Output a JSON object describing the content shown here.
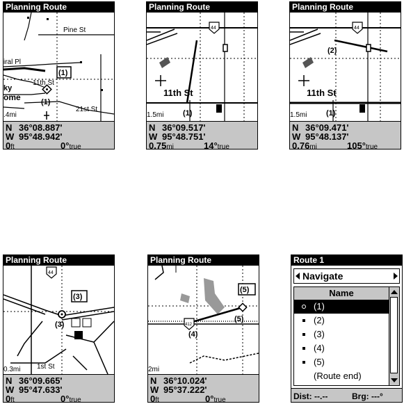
{
  "screens": [
    {
      "title": "Planning Route",
      "map_labels": {
        "street1": "Pine St",
        "street2": "iral Pl",
        "street3": "11th St",
        "street4": "21st St",
        "street5": "ome",
        "scale": ".4mi",
        "wp1": "(1)",
        "wp1b": "(1)",
        "edge": "ky"
      },
      "lat_label": "N",
      "lat": "36°08.887'",
      "lon_label": "W",
      "lon": "95°48.942'",
      "dist": "0",
      "dist_unit": "ft",
      "brg": "0°",
      "brg_unit": "true"
    },
    {
      "title": "Planning Route",
      "map_labels": {
        "street1": "11th St",
        "scale": "1.5mi",
        "wp1": "(1)",
        "shield": "44"
      },
      "lat_label": "N",
      "lat": "36°09.517'",
      "lon_label": "W",
      "lon": "95°48.751'",
      "dist": "0.75",
      "dist_unit": "mi",
      "brg": "14°",
      "brg_unit": "true"
    },
    {
      "title": "Planning Route",
      "map_labels": {
        "street1": "11th St",
        "scale": "1.5mi",
        "wp1": "(1)",
        "wp2": "(2)",
        "shield": "44"
      },
      "lat_label": "N",
      "lat": "36°09.471'",
      "lon_label": "W",
      "lon": "95°48.137'",
      "dist": "0.76",
      "dist_unit": "mi",
      "brg": "105°",
      "brg_unit": "true"
    },
    {
      "title": "Planning Route",
      "map_labels": {
        "street1": "1st St",
        "scale": "0.3mi",
        "wp3": "(3)",
        "wp3b": "(3)",
        "shield": "44"
      },
      "lat_label": "N",
      "lat": "36°09.665'",
      "lon_label": "W",
      "lon": "95°47.633'",
      "dist": "0",
      "dist_unit": "ft",
      "brg": "0°",
      "brg_unit": "true"
    },
    {
      "title": "Planning Route",
      "map_labels": {
        "scale": "2mi",
        "wp4": "(4)",
        "wp5": "(5)",
        "wp5b": "(5)",
        "shield": "412"
      },
      "lat_label": "N",
      "lat": "36°10.024'",
      "lon_label": "W",
      "lon": "95°37.222'",
      "dist": "0",
      "dist_unit": "ft",
      "brg": "0°",
      "brg_unit": "true"
    }
  ],
  "route": {
    "title": "Route 1",
    "action": "Navigate",
    "column_header": "Name",
    "items": [
      "(1)",
      "(2)",
      "(3)",
      "(4)",
      "(5)",
      "(Route end)"
    ],
    "selected_index": 0,
    "dist_label": "Dist:",
    "dist_value": "--.--",
    "brg_label": "Brg:",
    "brg_value": "---°"
  }
}
